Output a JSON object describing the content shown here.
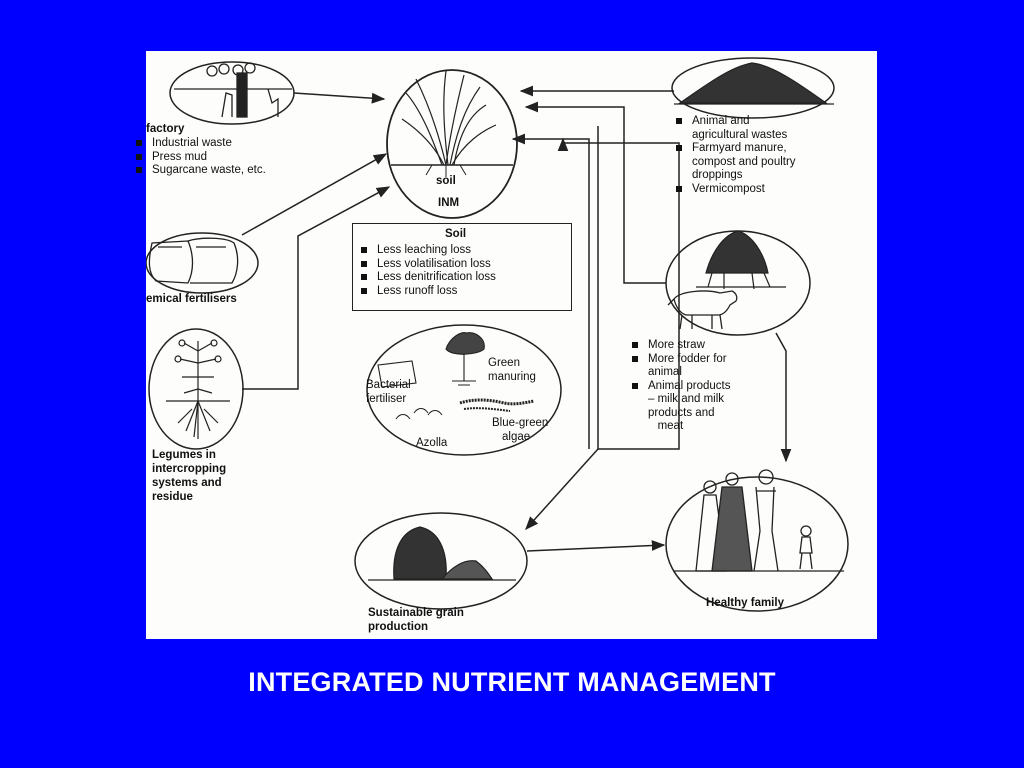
{
  "slide": {
    "title": "INTEGRATED NUTRIENT MANAGEMENT"
  },
  "colors": {
    "background": "#0000ff",
    "figure": "#fdfdfb",
    "ink": "#111111",
    "title": "#ffffff"
  },
  "center": {
    "soil_label": "soil",
    "inm_label": "INM"
  },
  "factory": {
    "title": "factory",
    "items": [
      "Industrial waste",
      "Press mud",
      "Sugarcane waste, etc."
    ]
  },
  "chemical": {
    "label": "emical fertilisers"
  },
  "legumes": {
    "lines": [
      "Legumes in",
      "intercropping",
      "systems and",
      "residue"
    ]
  },
  "soil_box": {
    "title": "Soil",
    "items": [
      "Less leaching loss",
      "Less volatilisation loss",
      "Less denitrification loss",
      "Less runoff loss"
    ]
  },
  "biofert": {
    "green_manuring": [
      "Green",
      "manuring"
    ],
    "bacterial": [
      "Bacterial",
      "fertiliser"
    ],
    "azolla": "Azolla",
    "bga": [
      "Blue-green",
      "algae"
    ]
  },
  "animal_wastes": {
    "items": [
      [
        "Animal and",
        "agricultural wastes"
      ],
      [
        "Farmyard manure,",
        "compost and poultry",
        "droppings"
      ],
      [
        "Vermicompost"
      ]
    ]
  },
  "benefits": {
    "items": [
      [
        "More straw"
      ],
      [
        "More fodder for",
        "animal"
      ],
      [
        "Animal products",
        "– milk and milk",
        "products and",
        "   meat"
      ]
    ]
  },
  "grain": {
    "lines": [
      "Sustainable grain",
      "production"
    ]
  },
  "family": {
    "label": "Healthy family"
  },
  "icons": [
    "grass-plant-icon",
    "factory-icon",
    "fertiliser-bags-icon",
    "legume-plant-icon",
    "manure-heap-icon",
    "haystack-icon",
    "cow-icon",
    "grain-heap-icon",
    "family-icon",
    "tree-icon",
    "algae-icon"
  ]
}
